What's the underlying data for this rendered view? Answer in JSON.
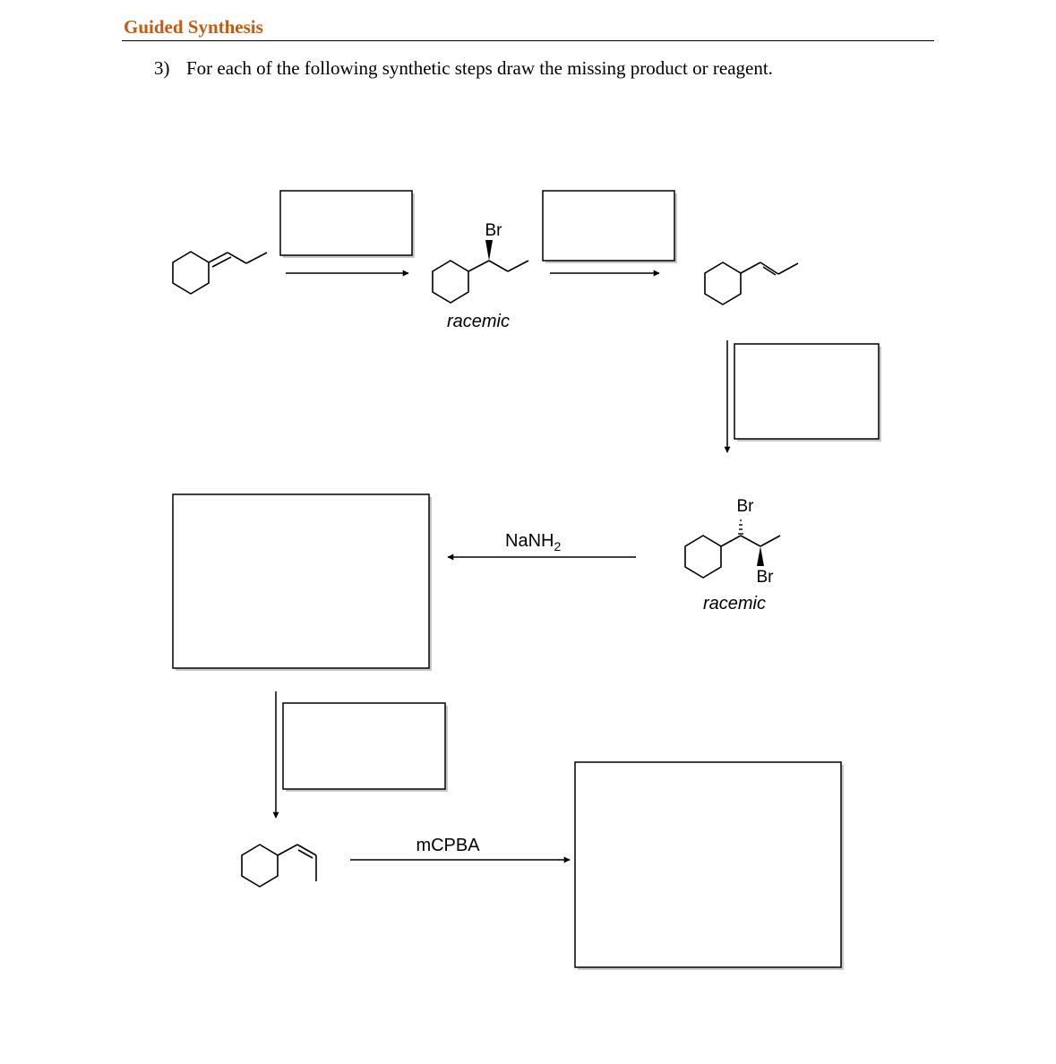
{
  "header": {
    "section_title": "Guided Synthesis"
  },
  "question": {
    "number": "3)",
    "text": "For each of the following synthetic steps draw the missing product or reagent."
  },
  "scheme": {
    "bromo_label": "Br",
    "stereo_note": "racemic",
    "reagent_amide": "NaNH",
    "reagent_amide_subscript": "2",
    "reagent_peracid": "mCPBA",
    "answer_box_count": 6
  }
}
